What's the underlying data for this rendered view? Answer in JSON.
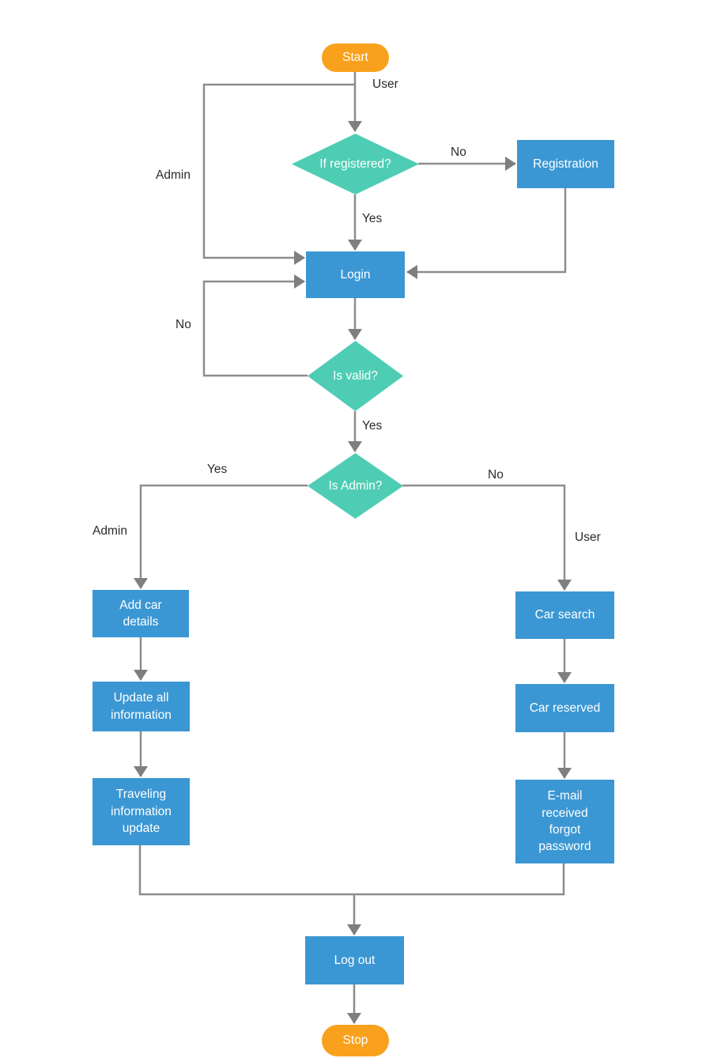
{
  "diagram": {
    "type": "flowchart",
    "nodes": {
      "start": "Start",
      "if_registered": "If registered?",
      "registration": "Registration",
      "login": "Login",
      "is_valid": "Is valid?",
      "is_admin": "Is Admin?",
      "add_car_details": "Add car\ndetails",
      "update_all_information": "Update all\ninformation",
      "traveling_information_update": "Traveling\ninformation\nupdate",
      "car_search": "Car search",
      "car_reserved": "Car reserved",
      "email_received": "E-mail\nreceived\nforgot\npassword",
      "log_out": "Log out",
      "stop": "Stop"
    },
    "edge_labels": {
      "user_top": "User",
      "no_registration": "No",
      "admin_bypass": "Admin",
      "yes_registered": "Yes",
      "no_invalid": "No",
      "yes_valid": "Yes",
      "yes_admin": "Yes",
      "no_admin": "No",
      "admin_branch": "Admin",
      "user_branch": "User"
    },
    "colors": {
      "process_fill": "#3B97D3",
      "decision_fill": "#4ECDB4",
      "terminator_fill": "#F9A11C",
      "connector": "#8D8D8D",
      "arrowhead": "#7F7F7F",
      "node_text": "#FFFFFF",
      "label_text": "#2B2B2B",
      "background": "#FFFFFF"
    }
  }
}
